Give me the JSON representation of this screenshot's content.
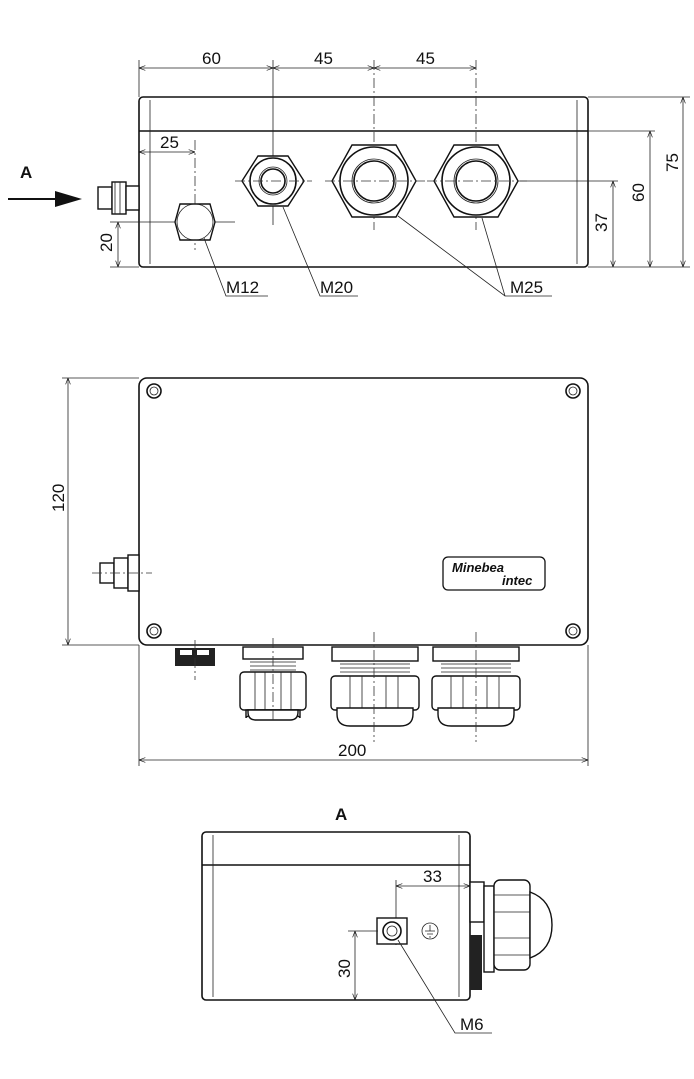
{
  "top_view": {
    "dims_horizontal": [
      "60",
      "45",
      "45"
    ],
    "dim_left_offset": "25",
    "dim_m12_height": "20",
    "dims_vertical": [
      "75",
      "60",
      "37"
    ],
    "view_arrow_label": "A",
    "thread_labels": [
      "M12",
      "M20",
      "M25"
    ]
  },
  "front_view": {
    "height_dim": "120",
    "width_dim": "200",
    "logo": {
      "line1": "Minebea",
      "line2": "intec"
    }
  },
  "side_view": {
    "title": "A",
    "dim_horizontal": "33",
    "dim_vertical": "30",
    "thread_label": "M6"
  }
}
